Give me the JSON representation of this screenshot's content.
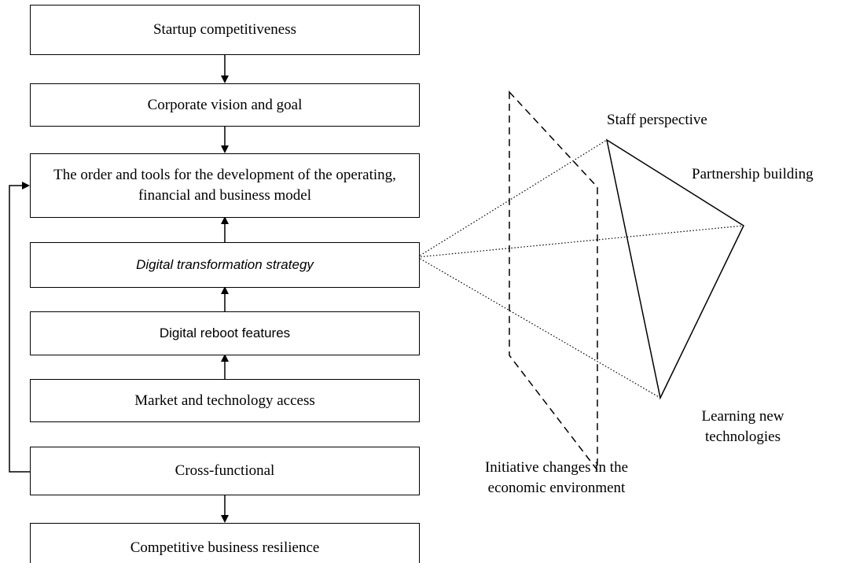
{
  "flow": {
    "boxes": [
      {
        "text": "Startup competitiveness"
      },
      {
        "text": "Corporate vision and goal"
      },
      {
        "text": "The order and tools for the development of the operating, financial and business model"
      },
      {
        "text": "Digital transformation strategy"
      },
      {
        "text": "Digital reboot features"
      },
      {
        "text": "Market and technology access"
      },
      {
        "text": "Cross-functional"
      },
      {
        "text": "Competitive business resilience"
      }
    ]
  },
  "pyramid": {
    "staff": "Staff perspective",
    "partnership": "Partnership building",
    "learning": "Learning new technologies",
    "initiative": "Initiative changes in the economic environment"
  }
}
